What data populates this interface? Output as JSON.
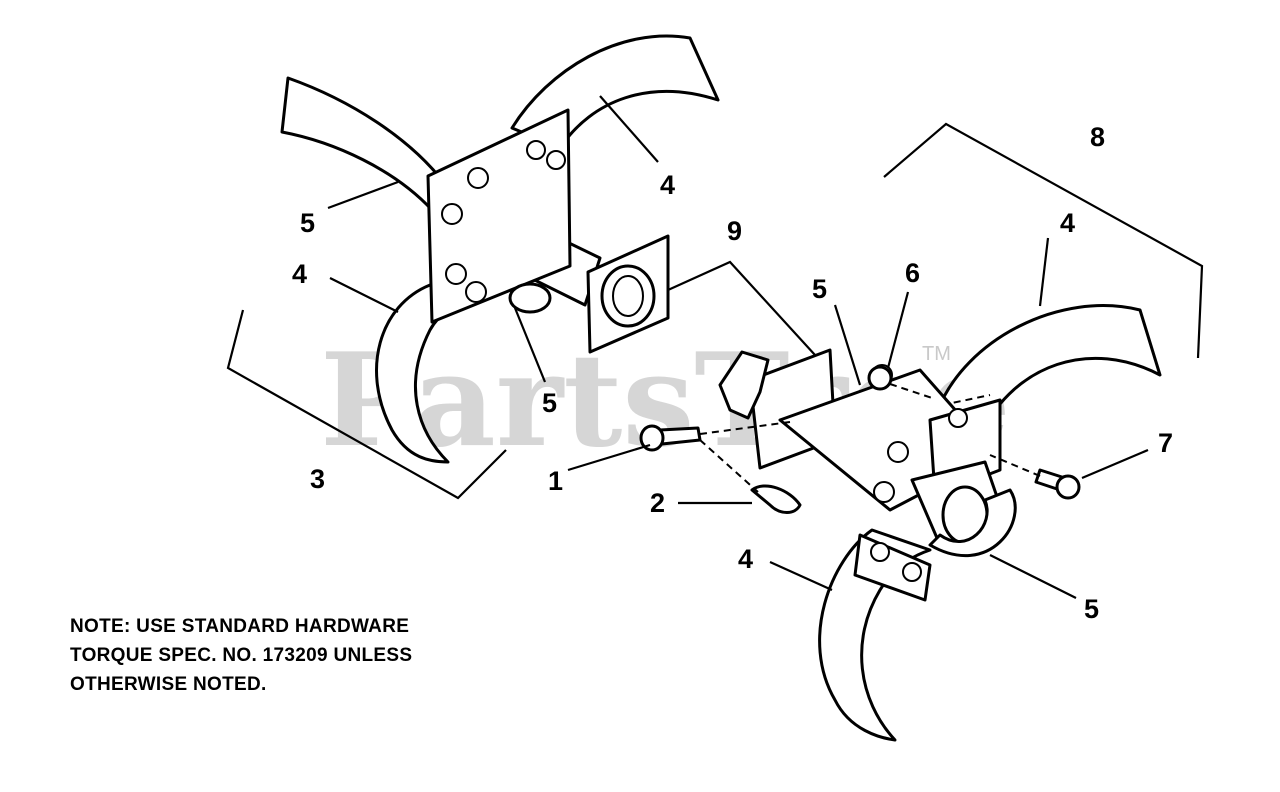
{
  "watermark": {
    "text": "PartsTree",
    "tm": "TM"
  },
  "callouts": {
    "c1": "1",
    "c2": "2",
    "c3": "3",
    "c4a": "4",
    "c4b": "4",
    "c4c": "4",
    "c4d": "4",
    "c5a": "5",
    "c5b": "5",
    "c5c": "5",
    "c5d": "5",
    "c6": "6",
    "c7": "7",
    "c8": "8",
    "c9": "9"
  },
  "note": {
    "line1": "NOTE: USE STANDARD HARDWARE",
    "line2": "TORQUE SPEC. NO. 173209 UNLESS",
    "line3": "OTHERWISE NOTED."
  }
}
